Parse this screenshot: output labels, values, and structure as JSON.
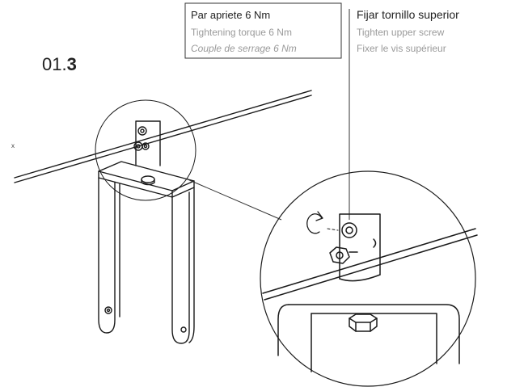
{
  "step": {
    "prefix": "01.",
    "number": "3",
    "left_mark": "x"
  },
  "torque_box": {
    "es": "Par apriete 6 Nm",
    "en": "Tightening torque 6 Nm",
    "fr": "Couple de serrage 6 Nm"
  },
  "screw_label": {
    "es": "Fijar tornillo superior",
    "en": "Tighten upper screw",
    "fr": "Fixer le vis supérieur"
  },
  "colors": {
    "line": "#1a1a1a",
    "text_primary": "#222222",
    "text_secondary": "#9a9a9a"
  }
}
